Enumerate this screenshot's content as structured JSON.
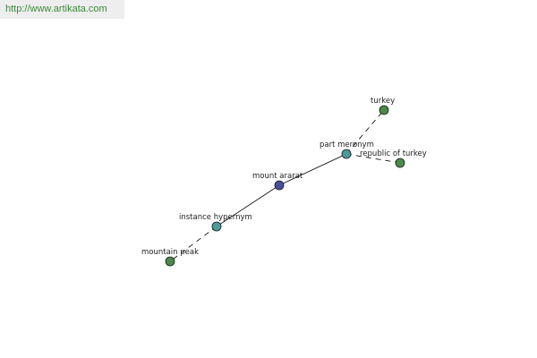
{
  "watermark": {
    "text": "http://www.artikata.com"
  },
  "graph": {
    "nodes": [
      {
        "id": "mount-ararat",
        "label": "mount ararat",
        "color": "#4a4e9c"
      },
      {
        "id": "instance-hypernym",
        "label": "instance hypernym",
        "color": "#4a9a9a"
      },
      {
        "id": "mountain-peak",
        "label": "mountain peak",
        "color": "#4a8a4a"
      },
      {
        "id": "part-meronym",
        "label": "part meronym",
        "color": "#4a9a9a"
      },
      {
        "id": "turkey",
        "label": "turkey",
        "color": "#4a8a4a"
      },
      {
        "id": "republic-of-turkey",
        "label": "republic of turkey",
        "color": "#4a8a4a"
      }
    ],
    "edges": [
      {
        "from": "mount-ararat",
        "to": "instance-hypernym",
        "style": "solid"
      },
      {
        "from": "instance-hypernym",
        "to": "mountain-peak",
        "style": "dashed"
      },
      {
        "from": "mount-ararat",
        "to": "part-meronym",
        "style": "solid"
      },
      {
        "from": "part-meronym",
        "to": "turkey",
        "style": "dashed"
      },
      {
        "from": "part-meronym",
        "to": "republic-of-turkey",
        "style": "dashed"
      }
    ]
  }
}
